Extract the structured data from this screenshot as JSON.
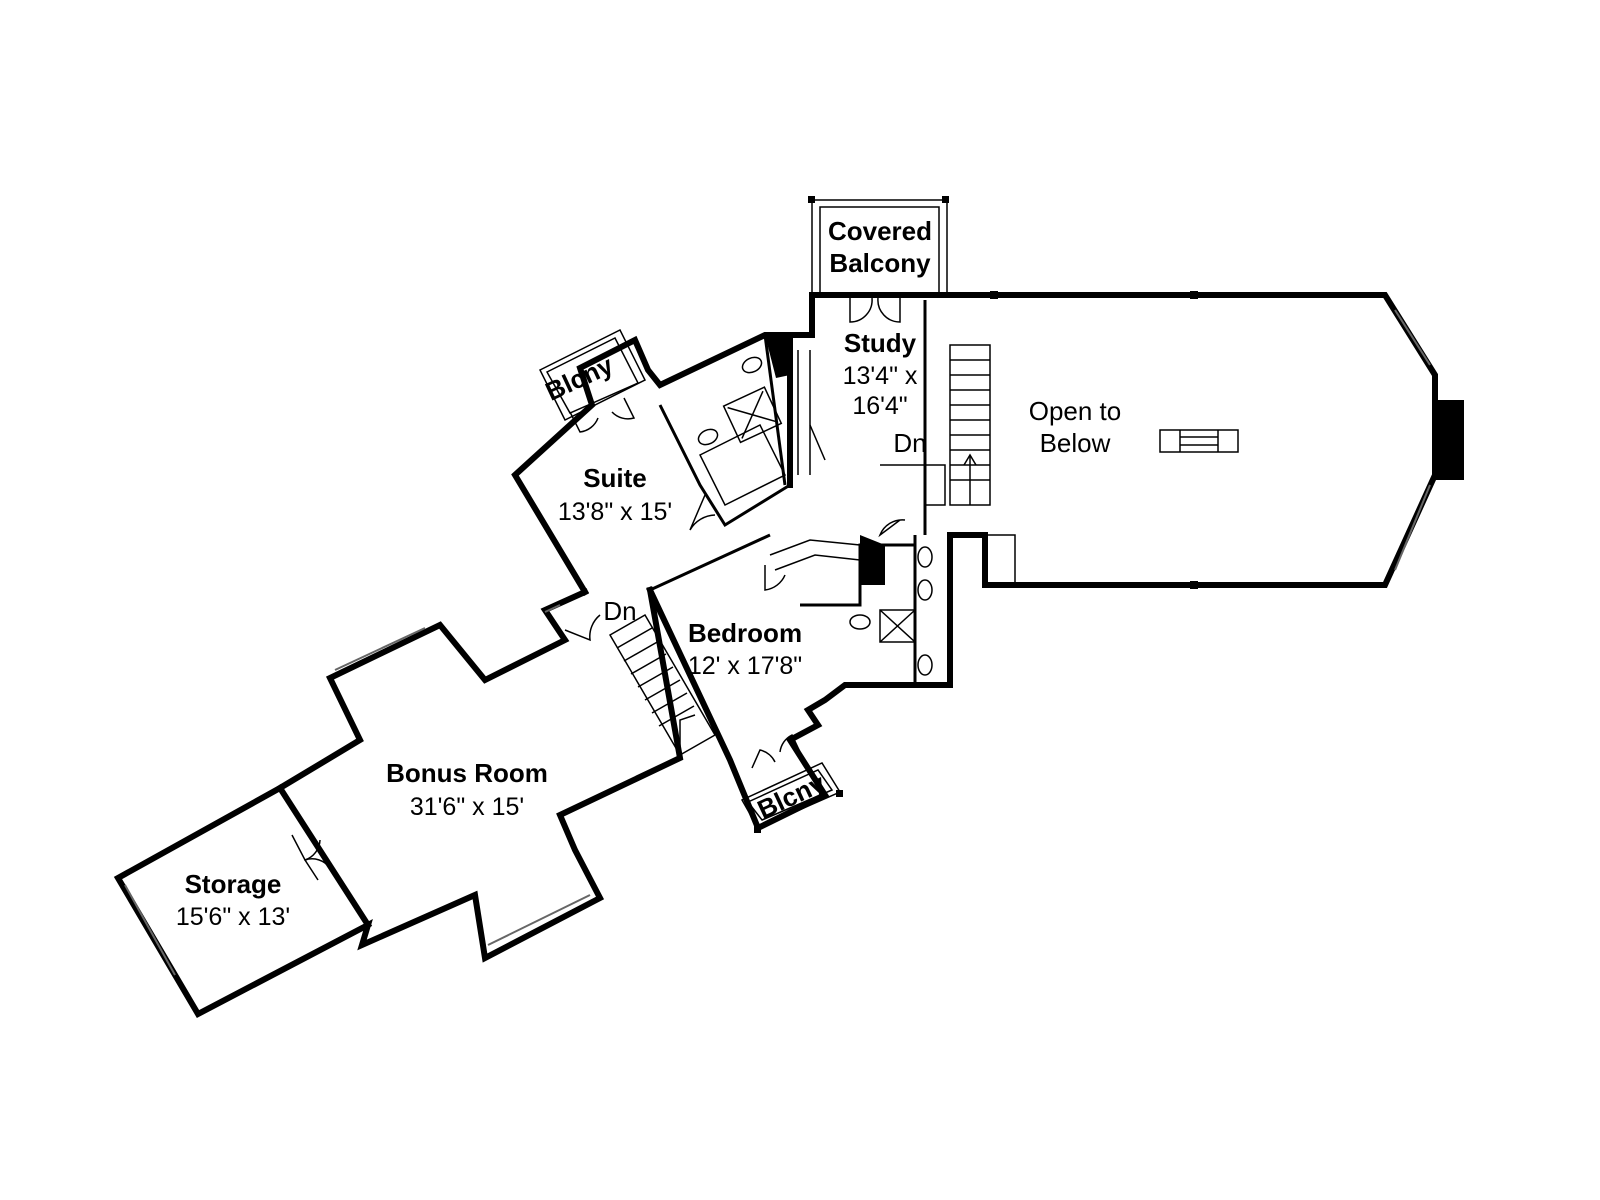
{
  "plan": {
    "rooms": {
      "covered_balcony": {
        "line1": "Covered",
        "line2": "Balcony"
      },
      "study": {
        "name": "Study",
        "dim1": "13'4\" x",
        "dim2": "16'4\""
      },
      "open_below": {
        "line1": "Open to",
        "line2": "Below"
      },
      "suite": {
        "name": "Suite",
        "dim": "13'8\" x 15'"
      },
      "bedroom": {
        "name": "Bedroom",
        "dim": "12' x 17'8\""
      },
      "bonus": {
        "name": "Bonus Room",
        "dim": "31'6\" x 15'"
      },
      "storage": {
        "name": "Storage",
        "dim": "15'6\" x 13'"
      },
      "balcony_top": {
        "label": "Blcny"
      },
      "balcony_bottom": {
        "label": "Blcny"
      }
    },
    "stair_labels": {
      "study": "Dn",
      "bonus": "Dn"
    }
  }
}
